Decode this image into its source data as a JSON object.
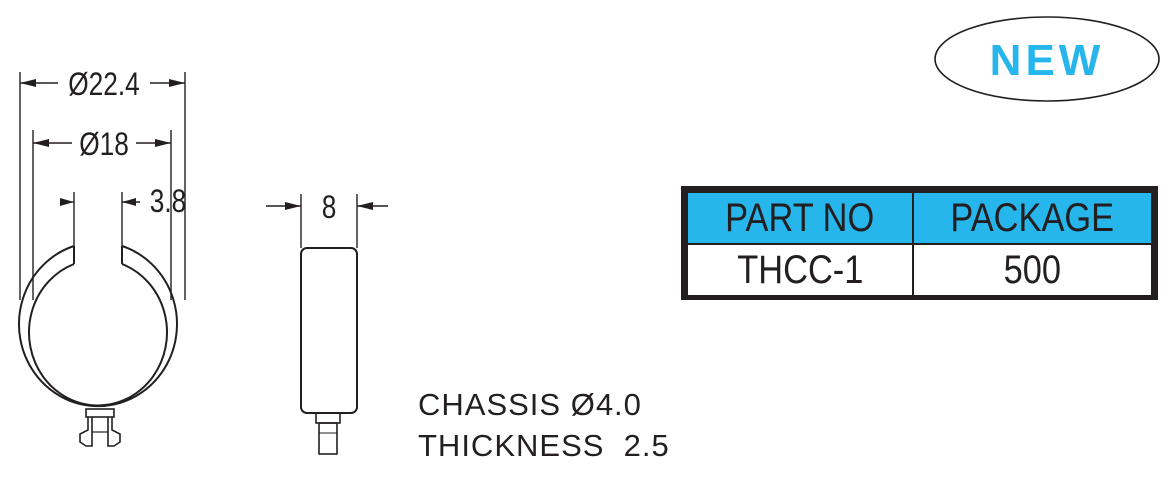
{
  "badge": {
    "text": "NEW",
    "color": "#27b6ec"
  },
  "dimensions": {
    "outer_diameter": "Ø22.4",
    "inner_diameter": "Ø18",
    "gap_width": "3.8",
    "width": "8"
  },
  "notes": {
    "chassis": "CHASSIS Ø4.0",
    "thickness": "THICKNESS  2.5"
  },
  "table": {
    "headers": [
      "PART NO",
      "PACKAGE"
    ],
    "rows": [
      [
        "THCC-1",
        "500"
      ]
    ],
    "header_color": "#27b6ec"
  }
}
